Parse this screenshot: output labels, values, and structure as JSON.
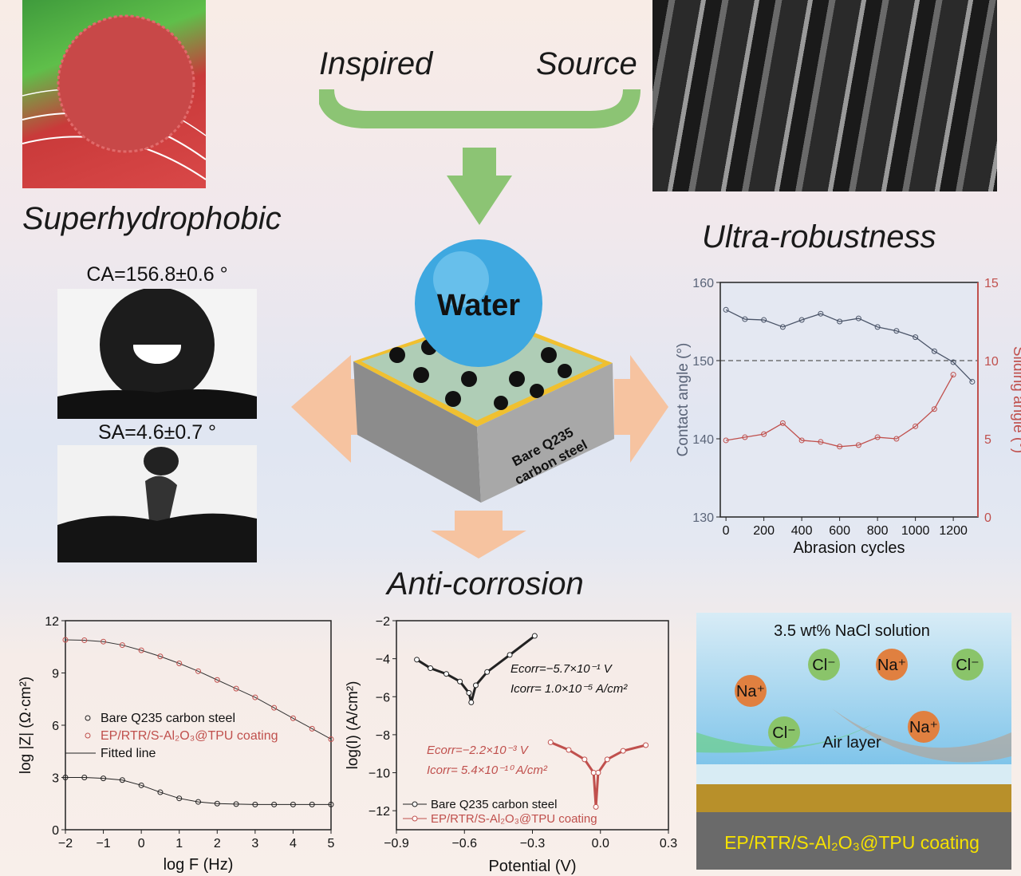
{
  "headings": {
    "inspired": "Inspired",
    "source": "Source",
    "superhydrophobic": "Superhydrophobic",
    "ultra_robustness": "Ultra-robustness",
    "anti_corrosion": "Anti-corrosion"
  },
  "center": {
    "water": "Water",
    "substrate_line1": "Bare Q235",
    "substrate_line2": "carbon steel"
  },
  "wetting": {
    "ca": "CA=156.8±0.6 °",
    "sa": "SA=4.6±0.7 °"
  },
  "corrosion_scheme": {
    "solution": "3.5 wt% NaCl solution",
    "ions": [
      "Cl⁻",
      "Na⁺",
      "Cl⁻",
      "Na⁺",
      "Cl⁻",
      "Na⁺"
    ],
    "air_layer": "Air layer",
    "coating": "EP/RTR/S-Al₂O₃@TPU coating"
  },
  "colors": {
    "green": "#8cc474",
    "orange": "#f6c3a0",
    "steel": "#a8a8a8",
    "coating_red": "#c0504d",
    "axis_blue": "#5a6478"
  },
  "chart_data": [
    {
      "type": "line",
      "title": "",
      "xlabel": "Abrasion cycles",
      "ylabel": "Contact angle (°)",
      "y2label": "Sliding angle (°)",
      "x": [
        0,
        100,
        200,
        300,
        400,
        500,
        600,
        700,
        800,
        900,
        1000,
        1100,
        1200,
        1300
      ],
      "xticks": [
        "0",
        "200",
        "400",
        "600",
        "800",
        "1000",
        "1200"
      ],
      "yticks": [
        "130",
        "140",
        "150",
        "160"
      ],
      "y2ticks": [
        "0",
        "5",
        "10",
        "15"
      ],
      "xlim": [
        -30,
        1330
      ],
      "ylim": [
        130,
        160
      ],
      "y2lim": [
        0,
        15
      ],
      "reference_line": 150,
      "series": [
        {
          "name": "Contact angle",
          "axis": "left",
          "color": "#4a5468",
          "values": [
            156.5,
            155.3,
            155.2,
            154.3,
            155.2,
            156,
            155,
            155.4,
            154.3,
            153.8,
            153,
            151.2,
            149.8,
            147.3
          ]
        },
        {
          "name": "Sliding angle",
          "axis": "right",
          "color": "#c0504d",
          "values": [
            4.9,
            5.1,
            5.3,
            6.0,
            4.9,
            4.8,
            4.5,
            4.6,
            5.1,
            5.0,
            5.8,
            6.9,
            9.1,
            null
          ]
        }
      ]
    },
    {
      "type": "line",
      "xlabel": "log F (Hz)",
      "ylabel": "log |Z| (Ω·cm²)",
      "xlim": [
        -2,
        5
      ],
      "ylim": [
        0,
        12
      ],
      "xticks": [
        "-2",
        "-1",
        "0",
        "1",
        "2",
        "3",
        "4",
        "5"
      ],
      "yticks": [
        "0",
        "3",
        "6",
        "9",
        "12"
      ],
      "legend": [
        "Bare Q235 carbon steel",
        "EP/RTR/S-Al₂O₃@TPU coating",
        "Fitted line"
      ],
      "x": [
        -2,
        -1.5,
        -1,
        -0.5,
        0,
        0.5,
        1,
        1.5,
        2,
        2.5,
        3,
        3.5,
        4,
        4.5,
        5
      ],
      "series": [
        {
          "name": "Bare Q235 carbon steel",
          "color": "#222",
          "values": [
            3.0,
            3.0,
            2.95,
            2.85,
            2.55,
            2.15,
            1.8,
            1.6,
            1.5,
            1.47,
            1.45,
            1.45,
            1.45,
            1.45,
            1.45
          ]
        },
        {
          "name": "EP/RTR/S-Al₂O₃@TPU coating",
          "color": "#c0504d",
          "values": [
            10.9,
            10.88,
            10.8,
            10.6,
            10.3,
            9.95,
            9.55,
            9.1,
            8.6,
            8.1,
            7.6,
            7.0,
            6.4,
            5.8,
            5.2
          ]
        }
      ]
    },
    {
      "type": "line",
      "xlabel": "Potential (V)",
      "ylabel": "log(I) (A/cm²)",
      "xlim": [
        -0.9,
        0.3
      ],
      "ylim": [
        -13,
        -2
      ],
      "xticks": [
        "-0.9",
        "-0.6",
        "-0.3",
        "0.0",
        "0.3"
      ],
      "yticks": [
        "-2",
        "-4",
        "-6",
        "-8",
        "-10",
        "-12"
      ],
      "legend": [
        "Bare Q235 carbon steel",
        "EP/RTR/S-Al₂O₃@TPU coating"
      ],
      "annotations": [
        {
          "e": "Ecorr=−5.7×10⁻¹  V",
          "i": "Icorr= 1.0×10⁻⁵ A/cm²"
        },
        {
          "e": "Ecorr=−2.2×10⁻³ V",
          "i": "Icorr= 5.4×10⁻¹⁰ A/cm²"
        }
      ],
      "series": [
        {
          "name": "Bare Q235 carbon steel",
          "color": "#222",
          "points": [
            [
              -0.81,
              -4.05
            ],
            [
              -0.75,
              -4.5
            ],
            [
              -0.68,
              -4.8
            ],
            [
              -0.62,
              -5.2
            ],
            [
              -0.58,
              -5.8
            ],
            [
              -0.57,
              -6.3
            ],
            [
              -0.55,
              -5.4
            ],
            [
              -0.5,
              -4.7
            ],
            [
              -0.4,
              -3.8
            ],
            [
              -0.29,
              -2.8
            ]
          ]
        },
        {
          "name": "EP/RTR/S-Al₂O₃@TPU coating",
          "color": "#c0504d",
          "points": [
            [
              -0.22,
              -8.4
            ],
            [
              -0.14,
              -8.8
            ],
            [
              -0.07,
              -9.3
            ],
            [
              -0.03,
              -10.0
            ],
            [
              -0.02,
              -11.8
            ],
            [
              -0.01,
              -10.0
            ],
            [
              0.03,
              -9.3
            ],
            [
              0.1,
              -8.85
            ],
            [
              0.2,
              -8.55
            ]
          ]
        }
      ]
    }
  ]
}
